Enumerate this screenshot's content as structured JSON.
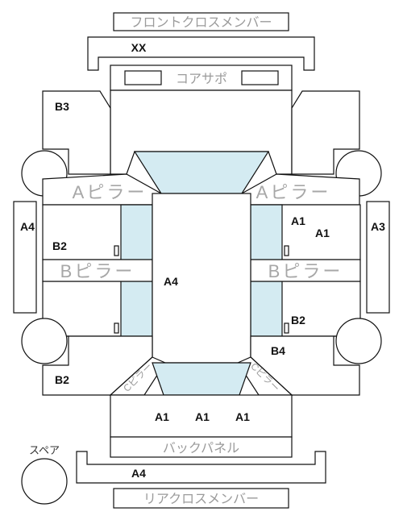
{
  "labels": {
    "front_cross_member": "フロントクロスメンバー",
    "core_support": "コアサポ",
    "a_pillar_left": "Aピラー",
    "a_pillar_right": "Aピラー",
    "b_pillar_left": "Bピラー",
    "b_pillar_right": "Bピラー",
    "c_pillar_left": "Cピラー",
    "c_pillar_right": "Cピラー",
    "back_panel": "バックパネル",
    "rear_cross_member": "リアクロスメンバー",
    "spare": "スペア"
  },
  "codes": {
    "front_cross": "XX",
    "front_left_fender": "B3",
    "left_sill": "A4",
    "right_sill": "A3",
    "front_left_door": "B2",
    "front_right_door_1": "A1",
    "front_right_door_2": "A1",
    "roof": "A4",
    "rear_right_door": "B2",
    "rear_right_fender": "B4",
    "rear_left_fender": "B2",
    "trunk_1": "A1",
    "trunk_2": "A1",
    "trunk_3": "A1",
    "rear_bumper": "A4"
  },
  "colors": {
    "glass": "#d4ebf2",
    "outline": "#111111",
    "part_label": "#9b9b9b"
  }
}
